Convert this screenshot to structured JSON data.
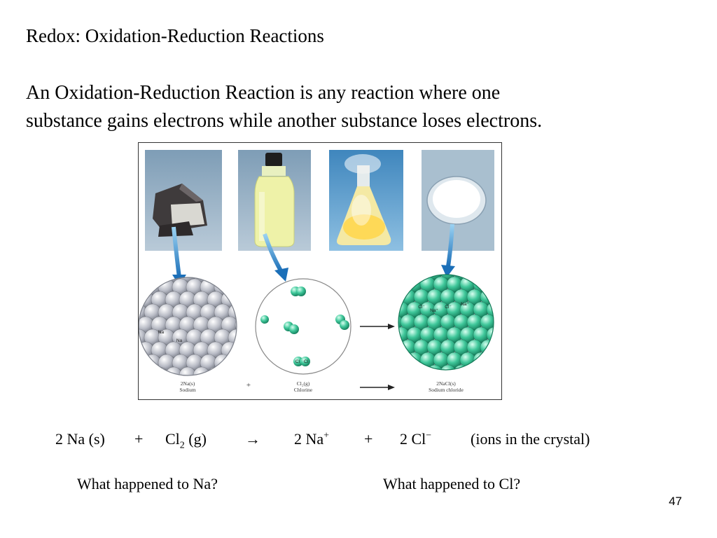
{
  "slide": {
    "title": "Redox:  Oxidation-Reduction Reactions",
    "intro_line1": "An Oxidation-Reduction Reaction is any reaction where one",
    "intro_line2": "substance gains electrons while another substance loses electrons.",
    "page_number": "47"
  },
  "figure": {
    "sodium_formula": "2Na(s)",
    "sodium_name": "Sodium",
    "chlorine_formula": "Cl₂(g)",
    "chlorine_name": "Chlorine",
    "product_formula": "2NaCl(s)",
    "product_name": "Sodium chloride",
    "plus_sign": "+",
    "sodium_atom_label": "Na",
    "chlorine_atom_label": "Cl",
    "chloride_ion_label": "Cl⁻",
    "sodium_ion_label": "Na⁺"
  },
  "equation": {
    "reactant1": "2 Na (s)",
    "plus1": "+",
    "reactant2_base": "Cl",
    "reactant2_sub": "2",
    "reactant2_state": " (g)",
    "arrow": "→",
    "product1_base": "2 Na",
    "product1_sup": "+",
    "plus2": "+",
    "product2_base": "2 Cl",
    "product2_sup": "−",
    "note": "(ions in the crystal)"
  },
  "questions": {
    "q1": "What happened to Na?",
    "q2": "What happened to Cl?"
  }
}
